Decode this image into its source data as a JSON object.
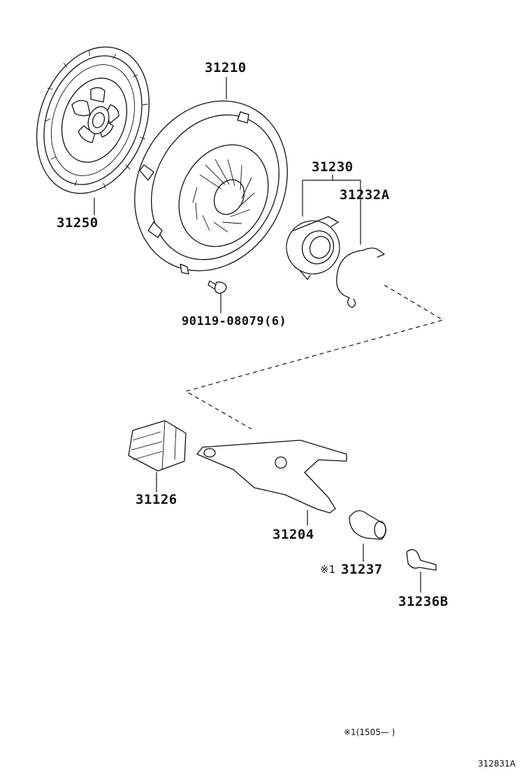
{
  "parts": {
    "clutch_disc": "31250",
    "clutch_cover": "31210",
    "release_bearing_assy": "31230",
    "bearing_clip": "31232A",
    "cover_bolt": "90119-08079(6)",
    "release_fork_boot": "31126",
    "release_fork": "31204",
    "fork_support_mark": "※1",
    "fork_support": "31237",
    "fork_pivot_bolt": "31236B"
  },
  "footnote": {
    "mark": "※1",
    "text": "(1505—        )"
  },
  "diagram_code": "312831A"
}
